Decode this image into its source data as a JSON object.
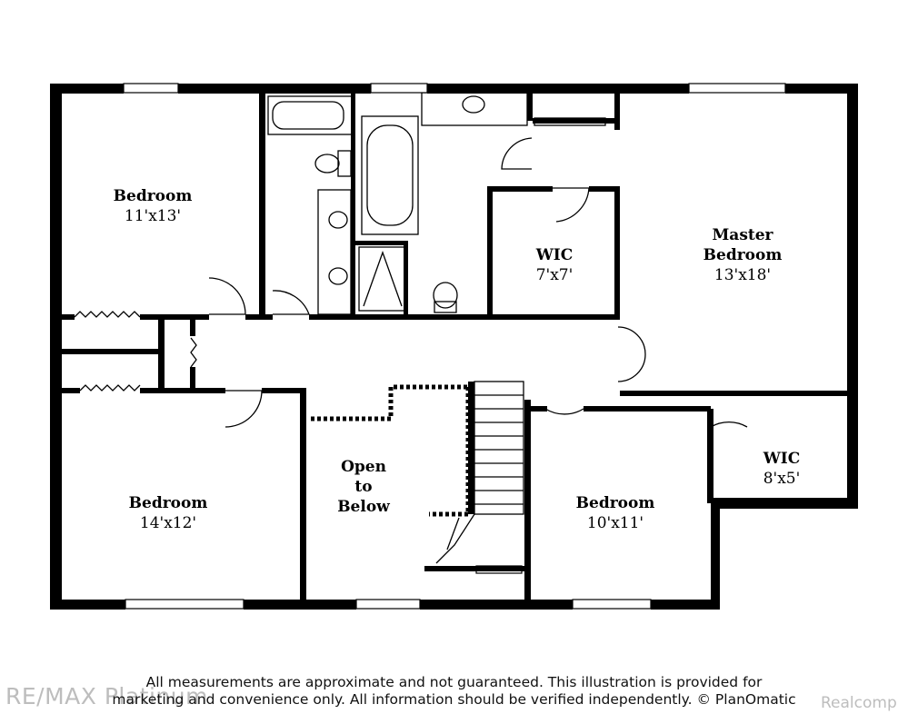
{
  "rooms": [
    {
      "name": "Bedroom",
      "dims": "11'x13'"
    },
    {
      "name": "Bedroom",
      "dims": "14'x12'"
    },
    {
      "name": "Open to Below",
      "lines": [
        "Open",
        "to",
        "Below"
      ]
    },
    {
      "name": "WIC",
      "dims": "7'x7'"
    },
    {
      "name": "Master Bedroom",
      "lines": [
        "Master",
        "Bedroom"
      ],
      "dims": "13'x18'"
    },
    {
      "name": "WIC",
      "dims": "8'x5'"
    },
    {
      "name": "Bedroom",
      "dims": "10'x11'"
    }
  ],
  "disclaimer": {
    "line1": "All measurements are approximate and not guaranteed. This illustration is provided for",
    "line2": "marketing and convenience only. All information should be verified independently. © PlanOmatic"
  },
  "watermarks": {
    "left": "RE/MAX Platinum",
    "right": "Realcomp"
  }
}
